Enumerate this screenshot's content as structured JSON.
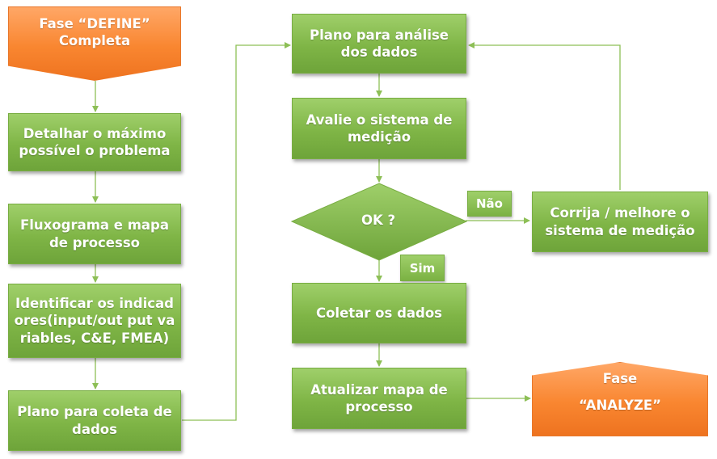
{
  "colors": {
    "step_fill": "#7fb546",
    "terminal_fill": "#f98630",
    "connector": "#8dbf56",
    "text": "#ffffff"
  },
  "nodes": {
    "start": "Fase “DEFINE” Completa",
    "detail_problem": "Detalhar o máximo possível o problema",
    "flowchart_map": "Fluxograma e mapa de processo",
    "identify_indicators": "Identificar os indicadores(input/out put variables, C&E, FMEA)",
    "collection_plan": "Plano para coleta de dados",
    "analysis_plan": "Plano para análise dos dados",
    "evaluate_measurement": "Avalie o sistema de medição",
    "decision": "OK ?",
    "fix_measurement": "Corrija / melhore o sistema de medição",
    "collect_data": "Coletar os dados",
    "update_map": "Atualizar mapa de processo",
    "end_line1": "Fase",
    "end_line2": "“ANALYZE”"
  },
  "labels": {
    "no": "Não",
    "yes": "Sim"
  }
}
